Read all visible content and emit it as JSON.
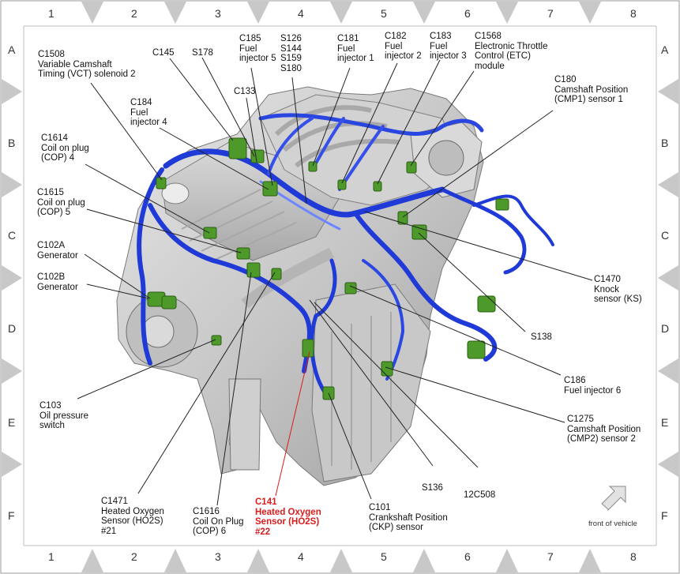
{
  "grid": {
    "columns": [
      "1",
      "2",
      "3",
      "4",
      "5",
      "6",
      "7",
      "8"
    ],
    "rows": [
      "A",
      "B",
      "C",
      "D",
      "E",
      "F"
    ]
  },
  "labels": [
    {
      "id": "c1508",
      "text": "C1508\nVariable Camshaft\nTiming (VCT) solenoid 2"
    },
    {
      "id": "c145",
      "text": "C145"
    },
    {
      "id": "s178",
      "text": "S178"
    },
    {
      "id": "c185",
      "text": "C185\nFuel\ninjector 5"
    },
    {
      "id": "s126",
      "text": "S126\nS144\nS159\nS180"
    },
    {
      "id": "c181",
      "text": "C181\nFuel\ninjector 1"
    },
    {
      "id": "c182",
      "text": "C182\nFuel\ninjector 2"
    },
    {
      "id": "c183",
      "text": "C183\nFuel\ninjector 3"
    },
    {
      "id": "c1568",
      "text": "C1568\nElectronic Throttle\nControl (ETC)\nmodule"
    },
    {
      "id": "c133",
      "text": "C133"
    },
    {
      "id": "c184",
      "text": "C184\nFuel\ninjector 4"
    },
    {
      "id": "c180",
      "text": "C180\nCamshaft Position\n(CMP1) sensor 1"
    },
    {
      "id": "c1614",
      "text": "C1614\nCoil on plug\n(COP) 4"
    },
    {
      "id": "c1615",
      "text": "C1615\nCoil on plug\n(COP) 5"
    },
    {
      "id": "c102a",
      "text": "C102A\nGenerator"
    },
    {
      "id": "c102b",
      "text": "C102B\nGenerator"
    },
    {
      "id": "c1470",
      "text": "C1470\nKnock\nsensor (KS)"
    },
    {
      "id": "s138",
      "text": "S138"
    },
    {
      "id": "c186",
      "text": "C186\nFuel injector 6"
    },
    {
      "id": "c103",
      "text": "C103\nOil pressure\nswitch"
    },
    {
      "id": "c1275",
      "text": "C1275\nCamshaft Position\n(CMP2) sensor 2"
    },
    {
      "id": "s136",
      "text": "S136"
    },
    {
      "id": "12c508",
      "text": "12C508"
    },
    {
      "id": "c1471",
      "text": "C1471\nHeated Oxygen\nSensor (HO2S)\n#21"
    },
    {
      "id": "c1616",
      "text": "C1616\nCoil On Plug\n(COP) 6"
    },
    {
      "id": "c141",
      "text": "C141\nHeated Oxygen\nSensor (HO2S)\n#22",
      "highlight": true
    },
    {
      "id": "c101",
      "text": "C101\nCrankshaft Position\n(CKP) sensor"
    }
  ],
  "front_note": "front of vehicle",
  "colors": {
    "harness": "#1f3ad6",
    "harness_light": "#6d86ff",
    "connector": "#4d9a2a",
    "engine": "#c9c9c9",
    "engine_dark": "#8f8f8f",
    "highlight": "#d81d1d",
    "border_triangle": "#c8c8c8"
  }
}
